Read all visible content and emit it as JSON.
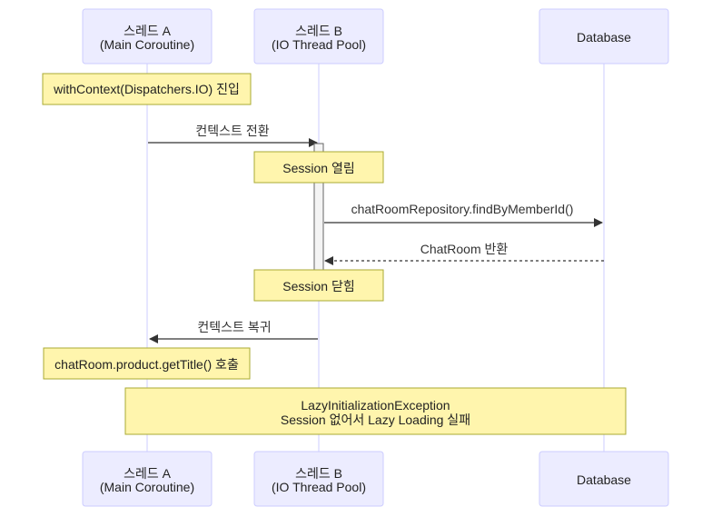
{
  "participants": [
    {
      "id": "A",
      "line1": "스레드 A",
      "line2": "(Main Coroutine)"
    },
    {
      "id": "B",
      "line1": "스레드 B",
      "line2": "(IO Thread Pool)"
    },
    {
      "id": "DB",
      "line1": "Database",
      "line2": ""
    }
  ],
  "notes": {
    "enter": "withContext(Dispatchers.IO) 진입",
    "session_open": "Session 열림",
    "session_close": "Session 닫힘",
    "get_title": "chatRoom.product.getTitle() 호출",
    "exception_line1": "LazyInitializationException",
    "exception_line2": "Session 없어서 Lazy Loading 실패"
  },
  "messages": {
    "switch": "컨텍스트 전환",
    "find": "chatRoomRepository.findByMemberId()",
    "return": "ChatRoom 반환",
    "restore": "컨텍스트 복귀"
  },
  "colors": {
    "actor_fill": "#ECECFF",
    "actor_border": "#CCCCFF",
    "note_fill": "#FFF5AD",
    "note_border": "#AAAA33",
    "line": "#333333"
  }
}
